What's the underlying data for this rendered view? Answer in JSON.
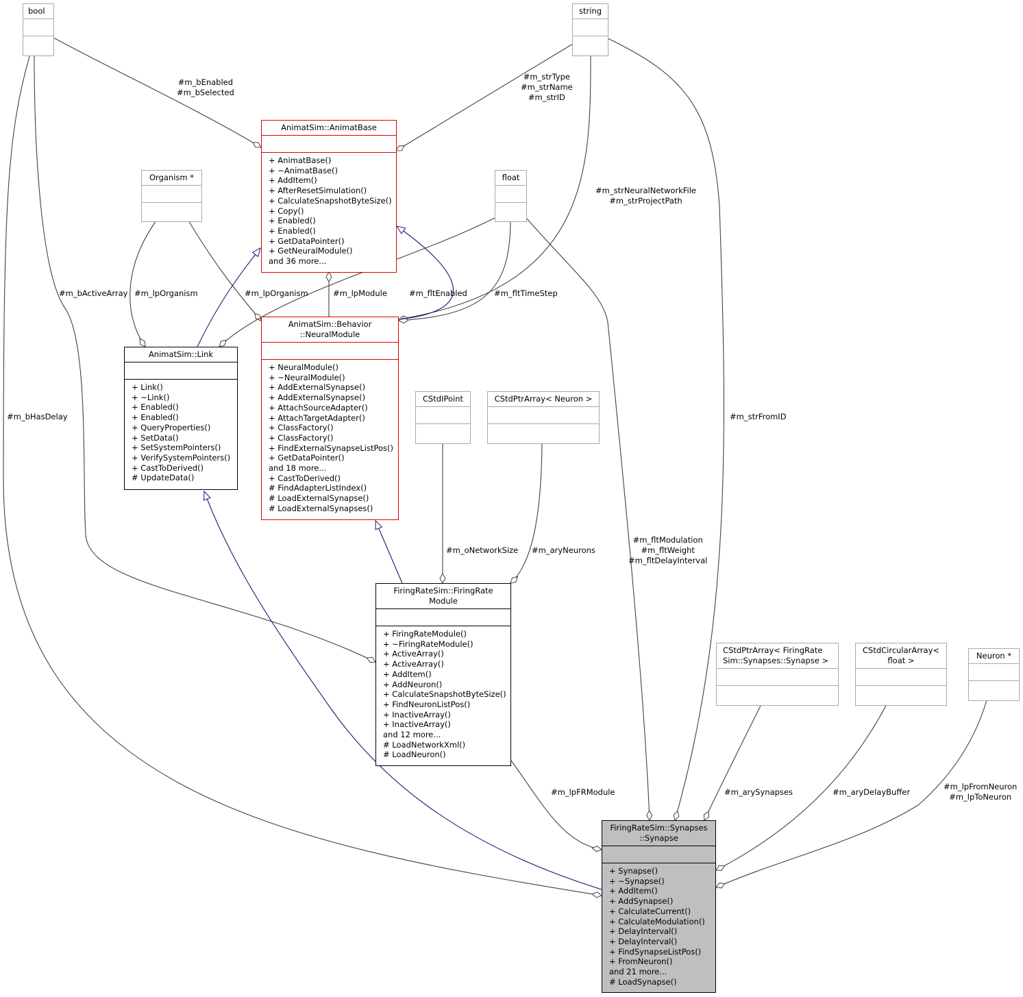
{
  "nodes": {
    "bool": {
      "title": "bool"
    },
    "string": {
      "title": "string"
    },
    "animat_base": {
      "title": "AnimatSim::AnimatBase",
      "ops": [
        "+ AnimatBase()",
        "+ ~AnimatBase()",
        "+ AddItem()",
        "+ AfterResetSimulation()",
        "+ CalculateSnapshotByteSize()",
        "+ Copy()",
        "+ Enabled()",
        "+ Enabled()",
        "+ GetDataPointer()",
        "+ GetNeuralModule()",
        "and 36 more..."
      ]
    },
    "organism": {
      "title": "Organism *"
    },
    "float": {
      "title": "float"
    },
    "link": {
      "title": "AnimatSim::Link",
      "ops": [
        "+ Link()",
        "+ ~Link()",
        "+ Enabled()",
        "+ Enabled()",
        "+ QueryProperties()",
        "+ SetData()",
        "+ SetSystemPointers()",
        "+ VerifySystemPointers()",
        "+ CastToDerived()",
        "# UpdateData()"
      ]
    },
    "neural_module": {
      "title": "AnimatSim::Behavior\n::NeuralModule",
      "ops": [
        "+ NeuralModule()",
        "+ ~NeuralModule()",
        "+ AddExternalSynapse()",
        "+ AddExternalSynapse()",
        "+ AttachSourceAdapter()",
        "+ AttachTargetAdapter()",
        "+ ClassFactory()",
        "+ ClassFactory()",
        "+ FindExternalSynapseListPos()",
        "+ GetDataPointer()",
        "and 18 more...",
        "+ CastToDerived()",
        "# FindAdapterListIndex()",
        "# LoadExternalSynapse()",
        "# LoadExternalSynapses()"
      ]
    },
    "cstdipoint": {
      "title": "CStdIPoint"
    },
    "cstdptrarray_neuron": {
      "title": "CStdPtrArray< Neuron >"
    },
    "firing_rate_module": {
      "title": "FiringRateSim::FiringRate\nModule",
      "ops": [
        "+ FiringRateModule()",
        "+ ~FiringRateModule()",
        "+ ActiveArray()",
        "+ ActiveArray()",
        "+ AddItem()",
        "+ AddNeuron()",
        "+ CalculateSnapshotByteSize()",
        "+ FindNeuronListPos()",
        "+ InactiveArray()",
        "+ InactiveArray()",
        "and 12 more...",
        "# LoadNetworkXml()",
        "# LoadNeuron()"
      ]
    },
    "cstdptrarray_synapse": {
      "title": "CStdPtrArray< FiringRate\nSim::Synapses::Synapse >"
    },
    "cstdcirculararray": {
      "title": "CStdCircularArray<\nfloat >"
    },
    "neuron_ptr": {
      "title": "Neuron *"
    },
    "synapse": {
      "title": "FiringRateSim::Synapses\n::Synapse",
      "ops": [
        "+ Synapse()",
        "+ ~Synapse()",
        "+ AddItem()",
        "+ AddSynapse()",
        "+ CalculateCurrent()",
        "+ CalculateModulation()",
        "+ DelayInterval()",
        "+ DelayInterval()",
        "+ FindSynapseListPos()",
        "+ FromNeuron()",
        "and 21 more...",
        "# LoadSynapse()"
      ]
    }
  },
  "edge_labels": {
    "m_bEnabled": "#m_bEnabled\n#m_bSelected",
    "m_strType": "#m_strType\n#m_strName\n#m_strID",
    "m_strNeuralNetworkFile": "#m_strNeuralNetworkFile\n#m_strProjectPath",
    "m_bActiveArray": "#m_bActiveArray",
    "m_lpOrganism_link": "#m_lpOrganism",
    "m_lpOrganism_nm": "#m_lpOrganism",
    "m_lpModule": "#m_lpModule",
    "m_fltEnabled": "#m_fltEnabled",
    "m_fltTimeStep": "#m_fltTimeStep",
    "m_bHasDelay": "#m_bHasDelay",
    "m_strFromID": "#m_strFromID",
    "m_oNetworkSize": "#m_oNetworkSize",
    "m_aryNeurons": "#m_aryNeurons",
    "m_fltModulation": "#m_fltModulation\n#m_fltWeight\n#m_fltDelayInterval",
    "m_lpFRModule": "#m_lpFRModule",
    "m_arySynapses": "#m_arySynapses",
    "m_aryDelayBuffer": "#m_aryDelayBuffer",
    "m_lpFromNeuron": "#m_lpFromNeuron\n#m_lpToNeuron"
  },
  "colors": {
    "usage_edge": "#404040",
    "inheritance_edge": "#191970",
    "class_border_red": "#e00000",
    "class_border_gray": "#a8a8a8",
    "focus_fill": "#bfbfbf"
  }
}
